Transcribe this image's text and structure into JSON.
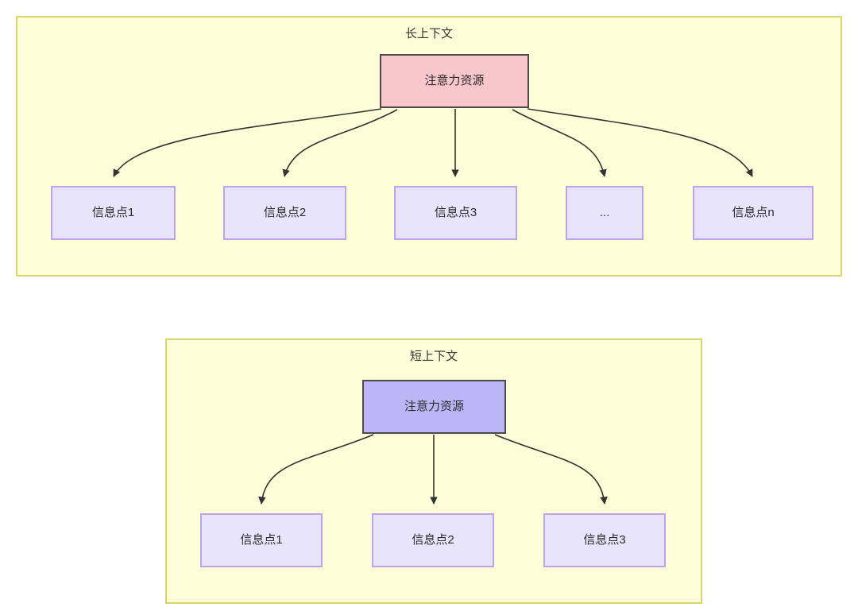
{
  "diagram": {
    "type": "tree-comparison",
    "background": "#ffffff",
    "panel_fill": "#fdfdd8",
    "panel_border": "#d6d66b",
    "panels": [
      {
        "id": "long-context",
        "title": "长上下文",
        "root": {
          "label": "注意力资源",
          "fill": "#f9c6cb",
          "border": "#4a4a4a"
        },
        "leaves": [
          {
            "label": "信息点1",
            "fill": "#e8e4fb",
            "border": "#bda4e8"
          },
          {
            "label": "信息点2",
            "fill": "#e8e4fb",
            "border": "#bda4e8"
          },
          {
            "label": "信息点3",
            "fill": "#e8e4fb",
            "border": "#bda4e8"
          },
          {
            "label": "...",
            "fill": "#e8e4fb",
            "border": "#bda4e8"
          },
          {
            "label": "信息点n",
            "fill": "#e8e4fb",
            "border": "#bda4e8"
          }
        ]
      },
      {
        "id": "short-context",
        "title": "短上下文",
        "root": {
          "label": "注意力资源",
          "fill": "#bcb6f7",
          "border": "#4a4a4a"
        },
        "leaves": [
          {
            "label": "信息点1",
            "fill": "#e8e4fb",
            "border": "#bda4e8"
          },
          {
            "label": "信息点2",
            "fill": "#e8e4fb",
            "border": "#bda4e8"
          },
          {
            "label": "信息点3",
            "fill": "#e8e4fb",
            "border": "#bda4e8"
          }
        ]
      }
    ],
    "edge_color": "#333333"
  }
}
